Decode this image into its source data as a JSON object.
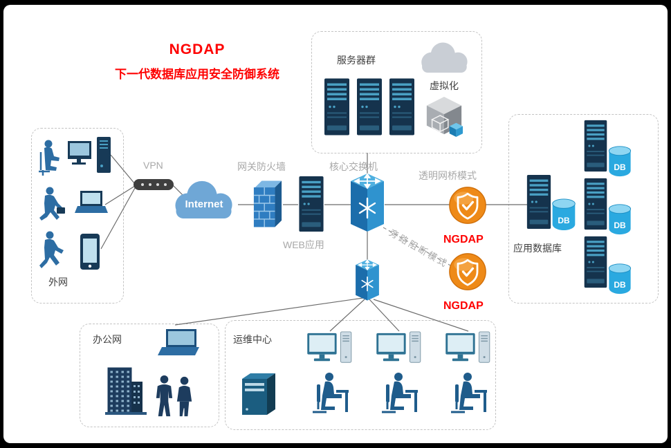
{
  "title": {
    "main": "NGDAP",
    "sub": "下一代数据库应用安全防御系统"
  },
  "groups": {
    "server_farm": {
      "label": "服务器群",
      "virtualization_label": "虚拟化"
    },
    "external": {
      "label": "外网"
    },
    "office": {
      "label": "办公网"
    },
    "ops_center": {
      "label": "运维中心"
    },
    "app_db": {
      "label": "应用数据库",
      "db_badge": "DB"
    }
  },
  "nodes": {
    "vpn_label": "VPN",
    "internet_label": "Internet",
    "firewall_label": "网关防火墙",
    "web_app_label": "WEB应用",
    "core_switch_label": "核心交换机",
    "bridge_mode_label": "透明网桥模式",
    "bypass_mode_label": "旁路阻断模式",
    "ngdap_bridge_label": "NGDAP",
    "ngdap_bypass_label": "NGDAP"
  },
  "colors": {
    "brand_red": "#fe0000",
    "label_gray": "#a8a8a8",
    "shield_orange": "#ee8a18",
    "diagram_blue": "#2f93cf",
    "dark_navy": "#15334d",
    "db_blue": "#2aa9e0"
  }
}
